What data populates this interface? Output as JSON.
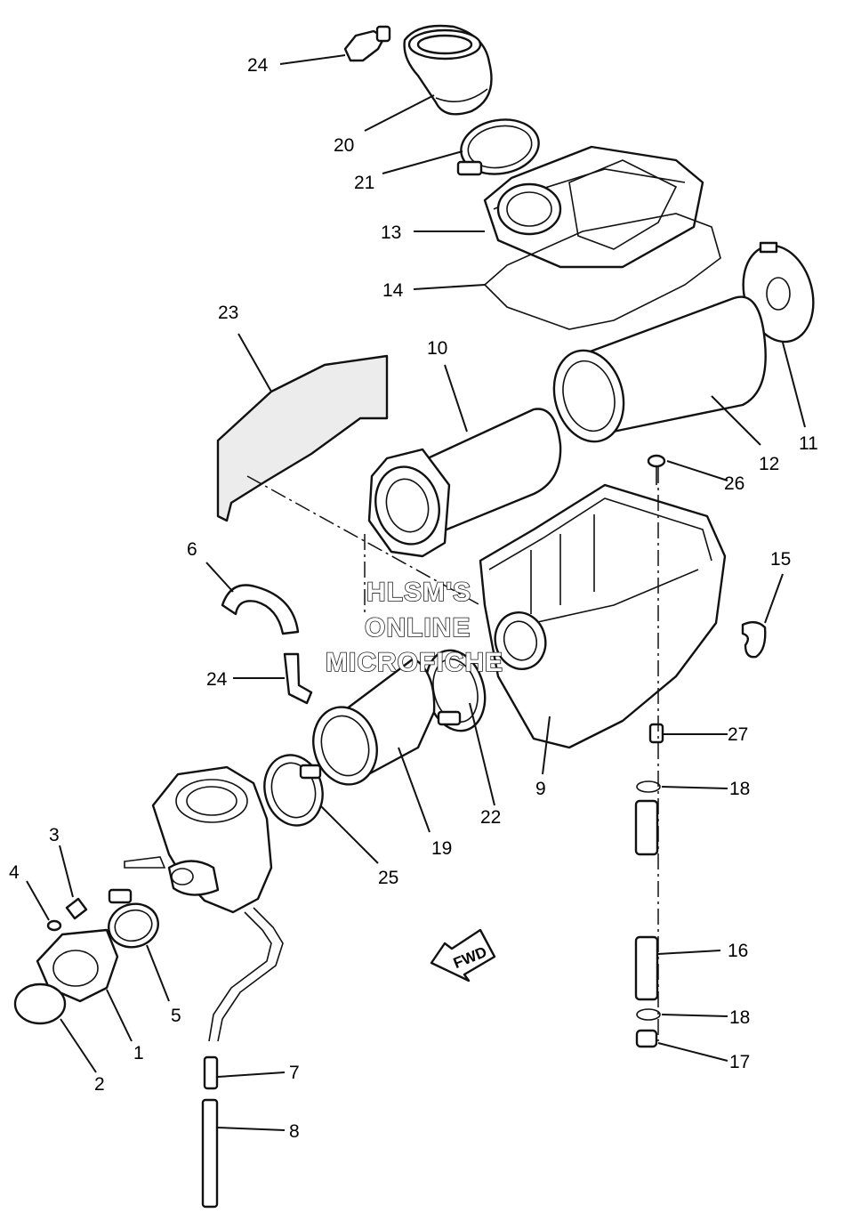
{
  "callouts": [
    "1",
    "2",
    "3",
    "4",
    "5",
    "6",
    "7",
    "8",
    "9",
    "10",
    "11",
    "12",
    "13",
    "14",
    "15",
    "16",
    "17",
    "18",
    "19",
    "20",
    "21",
    "22",
    "23",
    "24",
    "25",
    "26",
    "27"
  ],
  "watermark": [
    "HLSM'S",
    "ONLINE",
    "MICROFICHE"
  ],
  "direction_marker": "FWD"
}
